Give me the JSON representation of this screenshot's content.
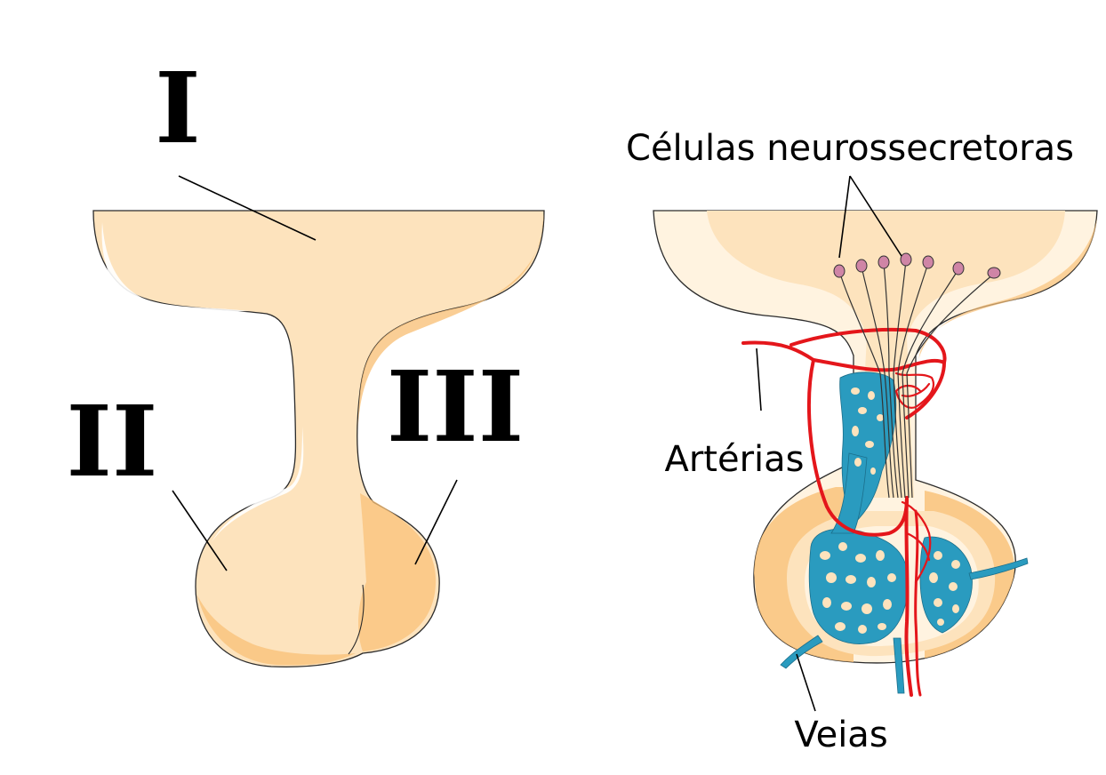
{
  "left_panel": {
    "labels": {
      "hypothalamus": "I",
      "anterior_lobe": "II",
      "posterior_lobe": "III"
    }
  },
  "right_panel": {
    "labels": {
      "neurosecretory_cells": "Células neurossecretoras",
      "arteries": "Artérias",
      "veins": "Veias"
    }
  },
  "colors": {
    "tissue_fill": "#fde3bd",
    "tissue_shade": "#f9c27a",
    "tissue_light": "#fff3e0",
    "artery": "#e4161b",
    "vein": "#2a9bbf",
    "cell_body": "#cf85a6",
    "outline": "#2b2b2b"
  }
}
